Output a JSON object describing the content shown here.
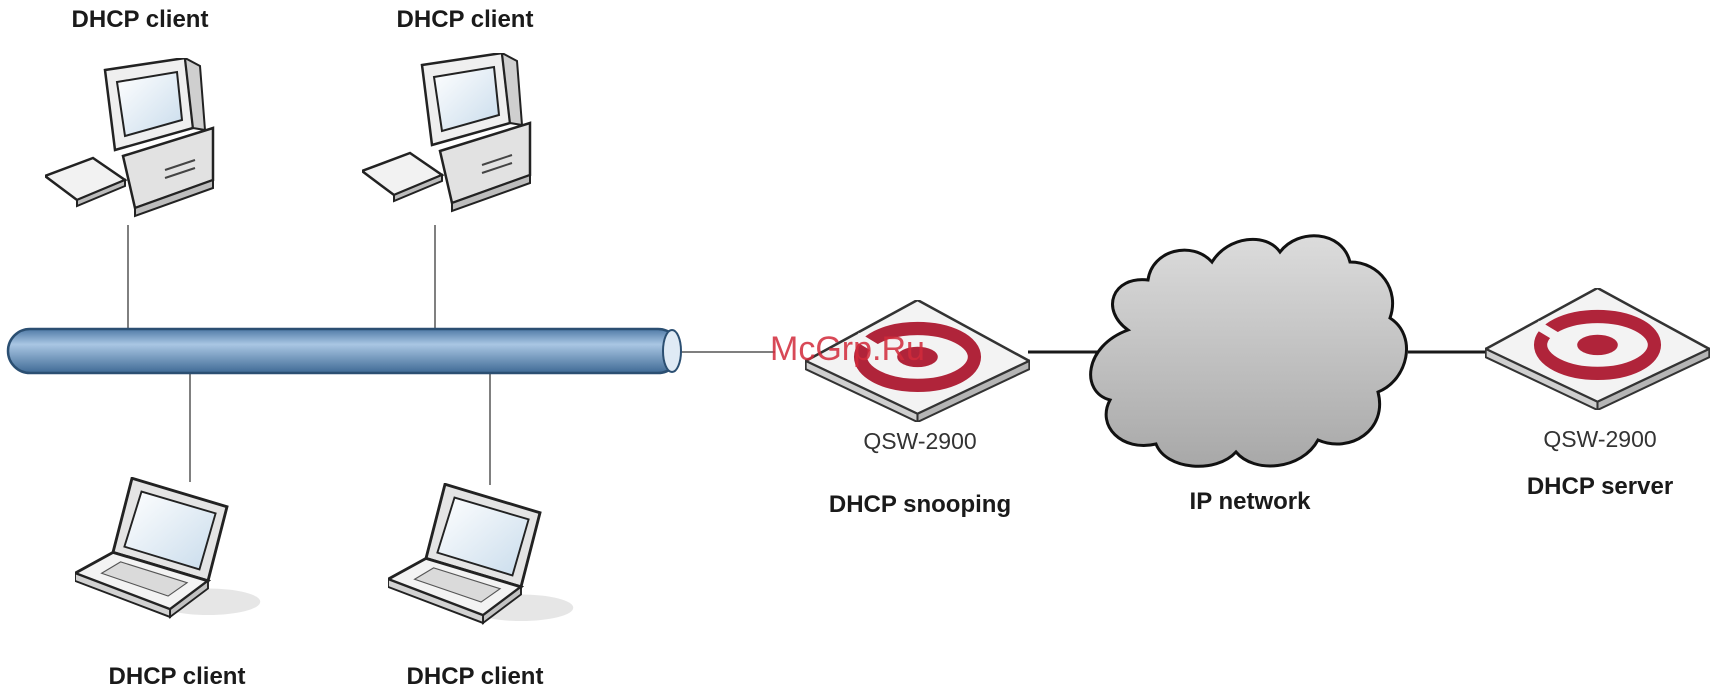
{
  "diagram": {
    "colors": {
      "line": "#555555",
      "bus_fill": "#7ea3c9",
      "bus_stroke": "#2b4f72",
      "switch_logo": "#b0243a",
      "cloud_fill": "#c8c8c8",
      "watermark": "#d22a3a"
    },
    "clients": {
      "top_left": {
        "label": "DHCP client",
        "icon": "desktop-computer-icon"
      },
      "top_middle": {
        "label": "DHCP client",
        "icon": "desktop-computer-icon"
      },
      "bottom_left": {
        "label": "DHCP client",
        "icon": "laptop-icon"
      },
      "bottom_middle": {
        "label": "DHCP client",
        "icon": "laptop-icon"
      }
    },
    "snooping_switch": {
      "model": "QSW-2900",
      "role": "DHCP snooping",
      "icon": "switch-icon"
    },
    "network": {
      "label": "IP network",
      "icon": "cloud-icon"
    },
    "server_switch": {
      "model": "QSW-2900",
      "role": "DHCP server",
      "icon": "switch-icon"
    },
    "watermark": "McGrp.Ru"
  }
}
